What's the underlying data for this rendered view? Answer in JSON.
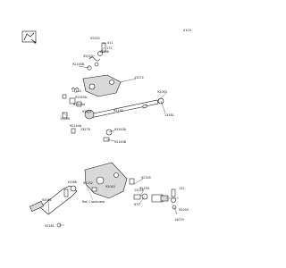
{
  "diagram": {
    "code": "01C0",
    "labels": {
      "n92022": "92022",
      "n411": "411",
      "n172": "172",
      "n13236": "13236",
      "n92033": "92033",
      "n92145B": "92145B",
      "n13272": "13272",
      "n13183": "13183",
      "n92043A": "92043A",
      "n92145A": "92145A",
      "n92152": "92152",
      "n92150": "92150",
      "n92043": "92043",
      "n13181": "13181",
      "n13189": "13189",
      "n92154A": "92154A",
      "n13276": "13276",
      "n92143A": "92143A",
      "n92143B": "92143B",
      "n92145": "92145",
      "n92150b": "92150",
      "n670": "670",
      "n13118": "13118",
      "n92081": "92081",
      "n13168": "13168",
      "n92161": "92161",
      "n92152b": "92152",
      "n92043b": "92043",
      "n132": "132",
      "n92033b": "92033",
      "n14079": "14079"
    },
    "ref_text": "Ref. Crankcase"
  }
}
